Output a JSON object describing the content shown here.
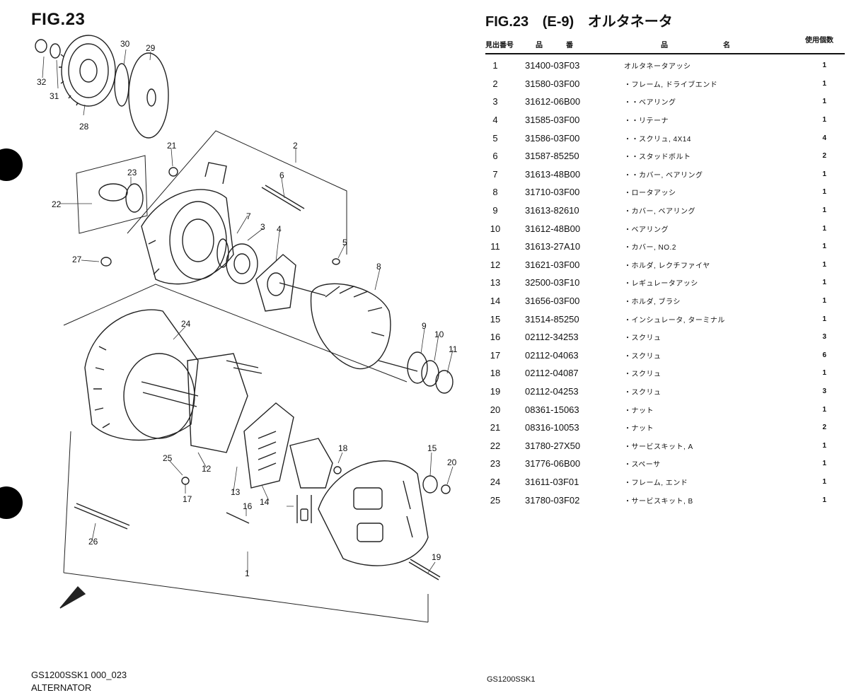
{
  "left_title": "FIG.23",
  "list_header": {
    "fig": "FIG.23",
    "code": "(E-9)",
    "name": "オルタネータ",
    "col_no": "見出番号",
    "col_part_a": "品",
    "col_part_b": "番",
    "col_name_a": "品",
    "col_name_b": "名",
    "col_qty": "使用個数"
  },
  "parts": [
    {
      "no": "1",
      "part": "31400-03F03",
      "desc": "オルタネータアッシ",
      "qty": "1"
    },
    {
      "no": "2",
      "part": "31580-03F00",
      "desc": "・フレーム, ドライブエンド",
      "qty": "1"
    },
    {
      "no": "3",
      "part": "31612-06B00",
      "desc": "・・ベアリング",
      "qty": "1"
    },
    {
      "no": "4",
      "part": "31585-03F00",
      "desc": "・・リテーナ",
      "qty": "1"
    },
    {
      "no": "5",
      "part": "31586-03F00",
      "desc": "・・スクリュ, 4X14",
      "qty": "4"
    },
    {
      "no": "6",
      "part": "31587-85250",
      "desc": "・・スタッドボルト",
      "qty": "2"
    },
    {
      "no": "7",
      "part": "31613-48B00",
      "desc": "・・カバー, ベアリング",
      "qty": "1"
    },
    {
      "no": "8",
      "part": "31710-03F00",
      "desc": "・ロータアッシ",
      "qty": "1"
    },
    {
      "no": "9",
      "part": "31613-82610",
      "desc": "・カバー, ベアリング",
      "qty": "1"
    },
    {
      "no": "10",
      "part": "31612-48B00",
      "desc": "・ベアリング",
      "qty": "1"
    },
    {
      "no": "11",
      "part": "31613-27A10",
      "desc": "・カバー, NO.2",
      "qty": "1"
    },
    {
      "no": "12",
      "part": "31621-03F00",
      "desc": "・ホルダ, レクチファイヤ",
      "qty": "1"
    },
    {
      "no": "13",
      "part": "32500-03F10",
      "desc": "・レギュレータアッシ",
      "qty": "1"
    },
    {
      "no": "14",
      "part": "31656-03F00",
      "desc": "・ホルダ, ブラシ",
      "qty": "1"
    },
    {
      "no": "15",
      "part": "31514-85250",
      "desc": "・インシュレータ, ターミナル",
      "qty": "1"
    },
    {
      "no": "16",
      "part": "02112-34253",
      "desc": "・スクリュ",
      "qty": "3"
    },
    {
      "no": "17",
      "part": "02112-04063",
      "desc": "・スクリュ",
      "qty": "6"
    },
    {
      "no": "18",
      "part": "02112-04087",
      "desc": "・スクリュ",
      "qty": "1"
    },
    {
      "no": "19",
      "part": "02112-04253",
      "desc": "・スクリュ",
      "qty": "3"
    },
    {
      "no": "20",
      "part": "08361-15063",
      "desc": "・ナット",
      "qty": "1"
    },
    {
      "no": "21",
      "part": "08316-10053",
      "desc": "・ナット",
      "qty": "2"
    },
    {
      "no": "22",
      "part": "31780-27X50",
      "desc": "・サービスキット, A",
      "qty": "1"
    },
    {
      "no": "23",
      "part": "31776-06B00",
      "desc": "・スペーサ",
      "qty": "1"
    },
    {
      "no": "24",
      "part": "31611-03F01",
      "desc": "・フレーム, エンド",
      "qty": "1"
    },
    {
      "no": "25",
      "part": "31780-03F02",
      "desc": "・サービスキット, B",
      "qty": "1"
    }
  ],
  "callouts": [
    "32",
    "31",
    "30",
    "29",
    "28",
    "21",
    "23",
    "22",
    "27",
    "2",
    "6",
    "7",
    "3",
    "4",
    "5",
    "8",
    "9",
    "10",
    "11",
    "24",
    "25",
    "12",
    "17",
    "13",
    "14",
    "16",
    "18",
    "15",
    "20",
    "26",
    "1",
    "19"
  ],
  "footer_left": {
    "line1": "GS1200SSK1 000_023",
    "line2": "ALTERNATOR"
  },
  "footer_right": "GS1200SSK1"
}
